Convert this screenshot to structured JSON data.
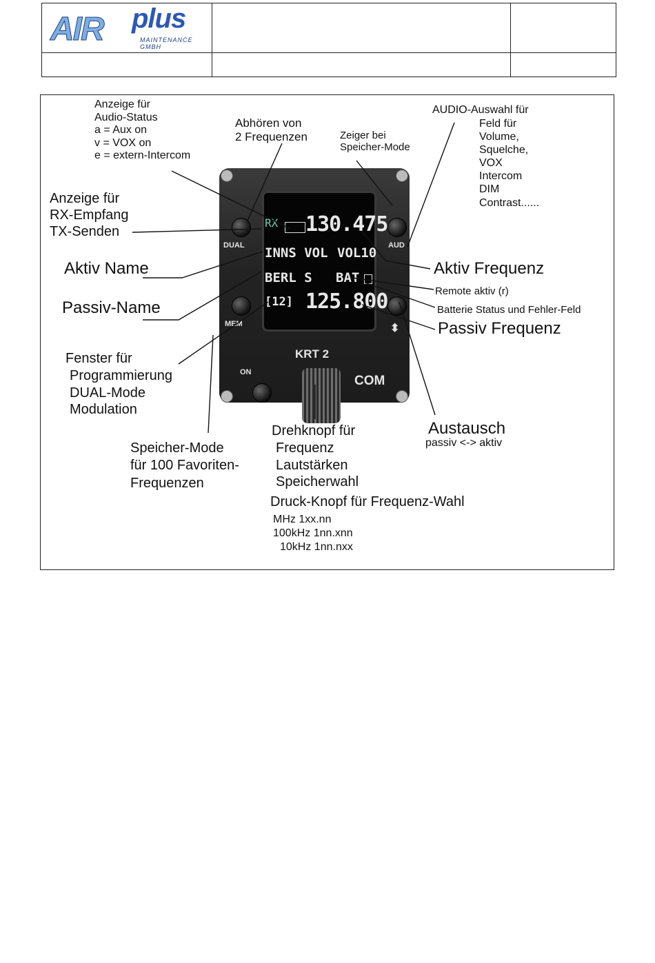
{
  "logo": {
    "main": "AIR",
    "accent": "plus",
    "tagline": "MAINTENANCE GMBH"
  },
  "device": {
    "lcd": {
      "rx": "RX",
      "active_freq": "130.475",
      "active_name": "INNS VOL",
      "vol": "VOL10",
      "passive_name": "BERL S",
      "bat": "BAT",
      "mem": "[12]",
      "passive_freq": "125.800"
    },
    "labels": {
      "dual": "DUAL",
      "aud": "AUD",
      "mem": "MEM",
      "on": "ON",
      "model": "KRT 2",
      "com": "COM"
    }
  },
  "annotations": {
    "audio_status": [
      "Anzeige für",
      "Audio-Status",
      "a = Aux on",
      "v = VOX on",
      "e = extern-Intercom"
    ],
    "abhoeren": [
      "Abhören von",
      "2 Frequenzen"
    ],
    "zeiger": [
      "Zeiger bei",
      "Speicher-Mode"
    ],
    "audio_auswahl": [
      "AUDIO-Auswahl für",
      "Feld für",
      "Volume,",
      "Squelche,",
      "VOX",
      "Intercom",
      "DIM",
      "Contrast......"
    ],
    "rx_tx": [
      "Anzeige für",
      "RX-Empfang",
      "TX-Senden"
    ],
    "aktiv_name": "Aktiv Name",
    "aktiv_frequenz": "Aktiv Frequenz",
    "remote": "Remote aktiv (r)",
    "batterie": "Batterie Status und Fehler-Feld",
    "passiv_name": "Passiv-Name",
    "passiv_frequenz": "Passiv Frequenz",
    "fenster": [
      "Fenster für",
      "Programmierung",
      "DUAL-Mode",
      "Modulation"
    ],
    "austausch_title": "Austausch",
    "austausch_sub": "passiv <-> aktiv",
    "speicher_mode": [
      "Speicher-Mode",
      "für 100 Favoriten-",
      "Frequenzen"
    ],
    "drehknopf": [
      "Drehknopf für",
      "Frequenz",
      "Lautstärken",
      "Speicherwahl"
    ],
    "druck_title": "Druck-Knopf für Frequenz-Wahl",
    "druck_lines": [
      "MHz 1xx.nn",
      "100kHz 1nn.xnn",
      "10kHz 1nn.nxx"
    ]
  }
}
